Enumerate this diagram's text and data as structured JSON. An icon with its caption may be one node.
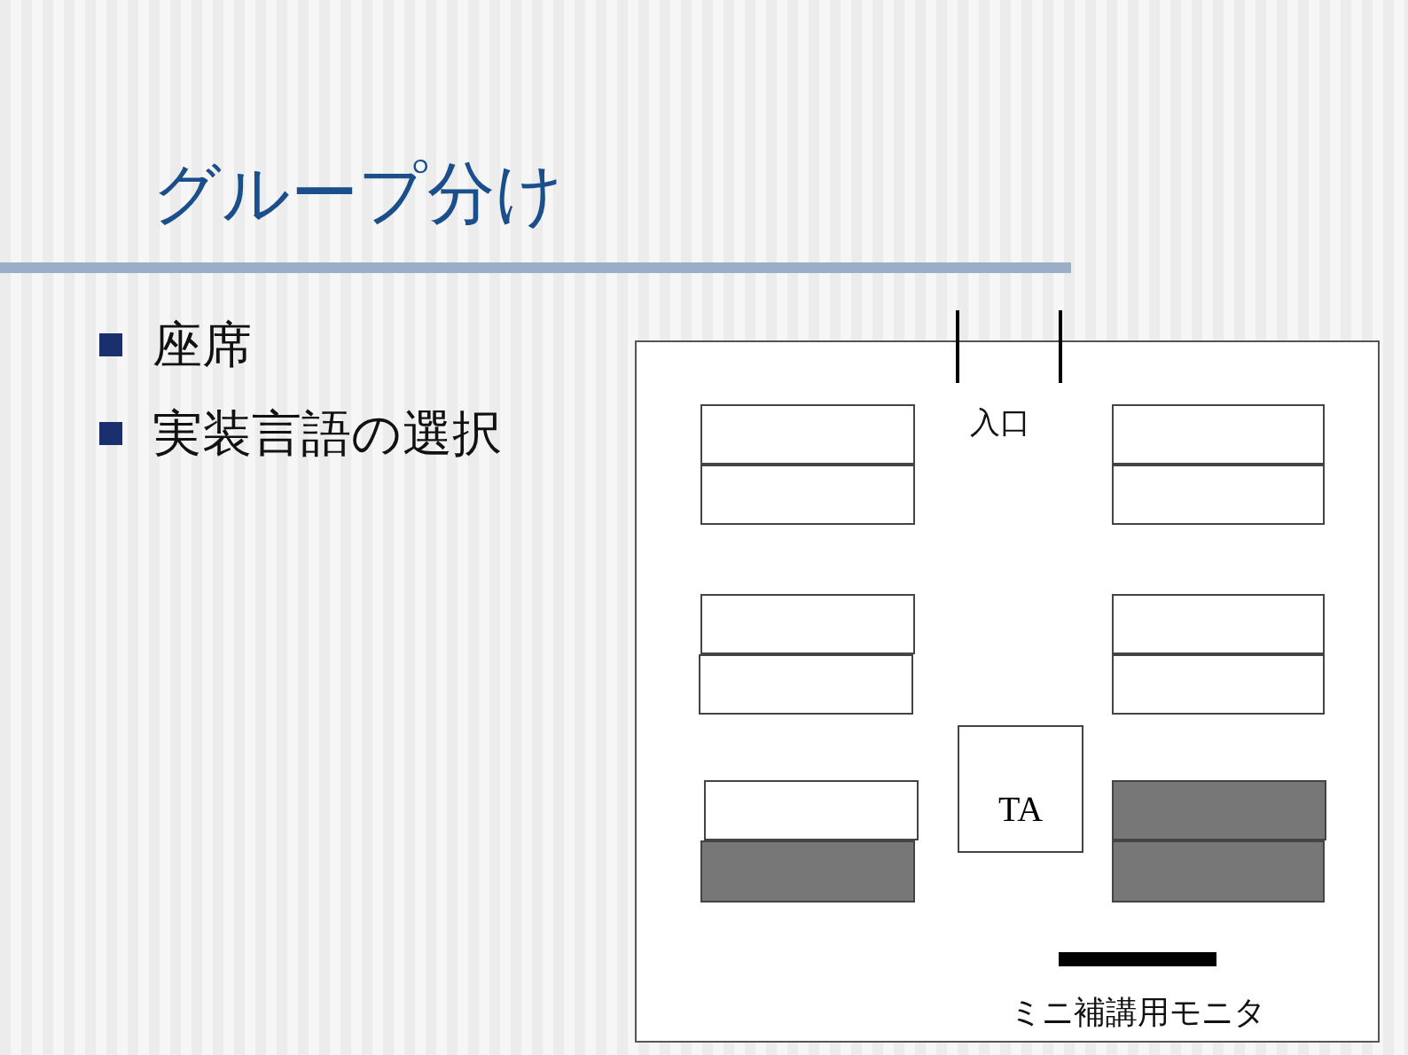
{
  "diagram": {
    "title": "グループ分け",
    "nodes": [
      {
        "text": [],
        "shape": "box"
      },
      {
        "text": [],
        "shape": "box",
        "in": 0
      },
      {
        "text": [],
        "shape": "box",
        "in": 0
      },
      {
        "text": [],
        "shape": "box",
        "in": 0
      },
      {
        "text": [],
        "shape": "box",
        "in": 0
      },
      {
        "text": [],
        "shape": "box",
        "in": 0
      },
      {
        "text": [],
        "shape": "box",
        "in": 0
      },
      {
        "text": [],
        "shape": "box",
        "in": 0
      },
      {
        "text": [],
        "shape": "box",
        "in": 0
      },
      {
        "text": [
          "TA"
        ],
        "in": 0
      },
      {
        "text": [],
        "shape": "box",
        "in": 0
      },
      {
        "text": [],
        "shape": "box",
        "in": 0
      },
      {
        "text": [],
        "shape": "box",
        "in": 0
      },
      {
        "text": [],
        "shape": "box",
        "in": 0
      },
      {
        "text": [],
        "shape": "bar",
        "in": 0,
        "beside": [
          "ミニ補講用モニタ"
        ]
      }
    ],
    "labels": [
      "座席",
      "実装言語の選択",
      "入口"
    ]
  }
}
